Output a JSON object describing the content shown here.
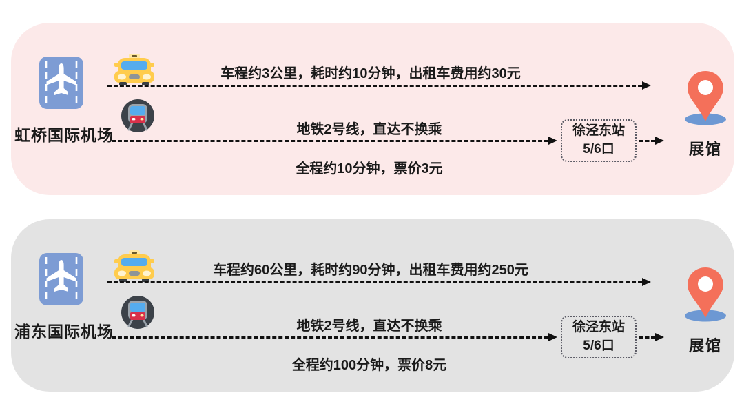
{
  "panels": [
    {
      "id": "hongqiao",
      "bg": "#fce9e9",
      "airport_label": "虹桥国际机场",
      "taxi_route": {
        "label": "车程约3公里，耗时约10分钟，出租车费用约30元"
      },
      "metro_route": {
        "label": "地铁2号线，直达不换乘",
        "sublabel": "全程约10分钟，票价3元",
        "station": {
          "line1": "徐泾东站",
          "line2": "5/6口"
        }
      },
      "destination_label": "展馆"
    },
    {
      "id": "pudong",
      "bg": "#e3e3e3",
      "airport_label": "浦东国际机场",
      "taxi_route": {
        "label": "车程约60公里，耗时约90分钟，出租车费用约250元"
      },
      "metro_route": {
        "label": "地铁2号线，直达不换乘",
        "sublabel": "全程约100分钟，票价8元",
        "station": {
          "line1": "徐泾东站",
          "line2": "5/6口"
        }
      },
      "destination_label": "展馆"
    }
  ],
  "icons": {
    "airport": "airport-runway-icon",
    "taxi": "taxi-icon",
    "metro": "metro-icon",
    "destination": "location-pin-icon"
  },
  "colors": {
    "panel_pink": "#fce9e9",
    "panel_gray": "#e3e3e3",
    "airport_blue": "#7d9cd4",
    "taxi_yellow": "#ffcc4d",
    "taxi_sign": "#ffe8a3",
    "windshield_blue": "#55acee",
    "metro_dark": "#3c4249",
    "metro_gray": "#9aa3ab",
    "metro_red": "#d8304a",
    "pin_coral": "#f4705a",
    "pin_base_blue": "#6d98d3",
    "arrow_black": "#111111",
    "text_black": "#1a1a1a"
  }
}
